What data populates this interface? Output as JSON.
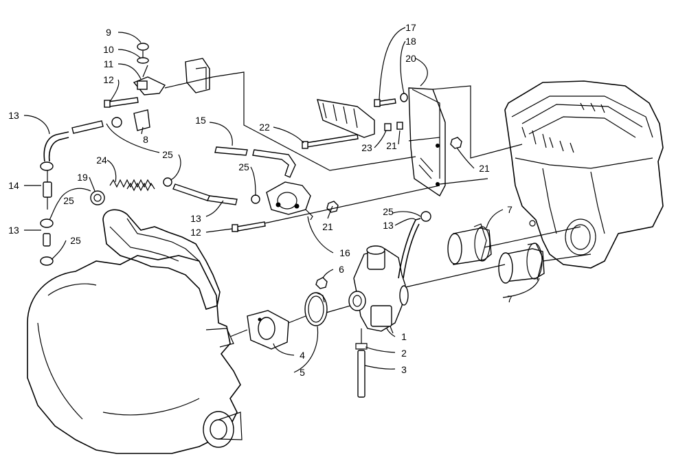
{
  "callouts": {
    "c1": "1",
    "c2": "2",
    "c3": "3",
    "c4": "4",
    "c5": "5",
    "c6": "6",
    "c7a": "7",
    "c7b": "7",
    "c8": "8",
    "c9": "9",
    "c10": "10",
    "c11": "11",
    "c12a": "12",
    "c12b": "12",
    "c13a": "13",
    "c13b": "13",
    "c13c": "13",
    "c13d": "13",
    "c14": "14",
    "c15": "15",
    "c16": "16",
    "c17": "17",
    "c18": "18",
    "c19": "19",
    "c20": "20",
    "c21a": "21",
    "c21b": "21",
    "c21c": "21",
    "c22": "22",
    "c23": "23",
    "c24": "24",
    "c25a": "25",
    "c25b": "25",
    "c25c": "25",
    "c25d": "25",
    "c25e": "25"
  }
}
